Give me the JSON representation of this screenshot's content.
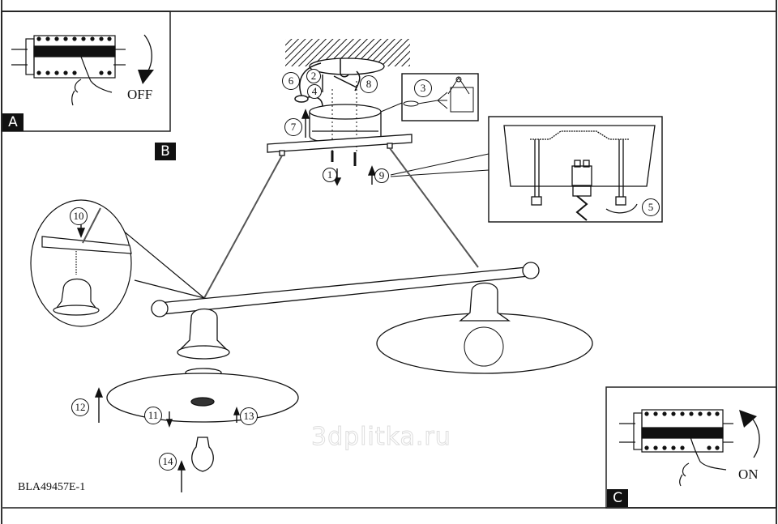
{
  "document": {
    "model_code": "BLA49457E-1",
    "watermark": "3dplitka.ru"
  },
  "panels": {
    "A": {
      "badge": "A",
      "switch_label": "OFF"
    },
    "B": {
      "badge": "B"
    },
    "C": {
      "badge": "C",
      "switch_label": "ON"
    }
  },
  "steps": [
    "1",
    "2",
    "3",
    "4",
    "5",
    "6",
    "7",
    "8",
    "9",
    "10",
    "11",
    "12",
    "13",
    "14"
  ]
}
